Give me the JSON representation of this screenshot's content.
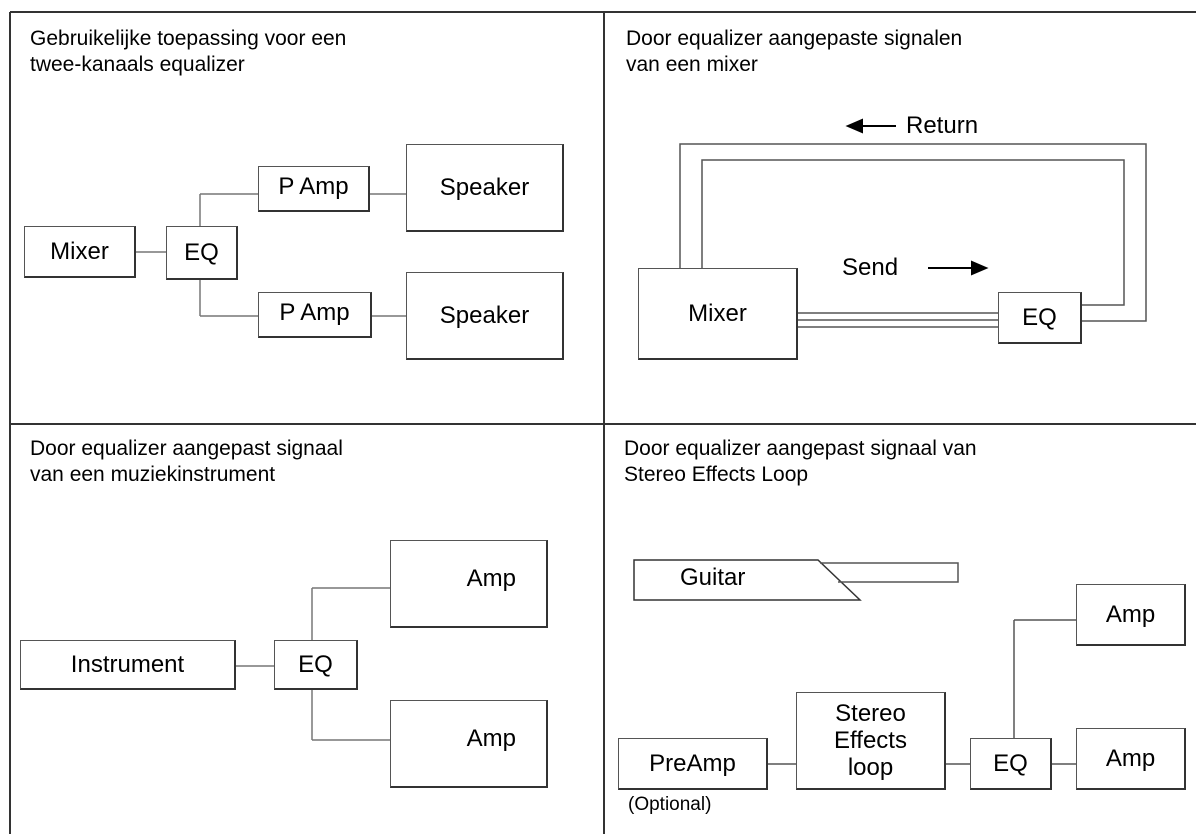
{
  "panels": {
    "top_left": {
      "title": "Gebruikelijke toepassing voor een\ntwee-kanaals equalizer",
      "mixer": "Mixer",
      "eq": "EQ",
      "pamp_top": "P Amp",
      "pamp_bottom": "P Amp",
      "speaker_top": "Speaker",
      "speaker_bottom": "Speaker"
    },
    "top_right": {
      "title": "Door equalizer aangepaste signalen\nvan een mixer",
      "return_label": "Return",
      "send_label": "Send",
      "mixer": "Mixer",
      "eq": "EQ"
    },
    "bottom_left": {
      "title": "Door equalizer aangepast signaal\nvan een muziekinstrument",
      "instrument": "Instrument",
      "eq": "EQ",
      "amp_top": "Amp",
      "amp_bottom": "Amp"
    },
    "bottom_right": {
      "title": "Door equalizer aangepast signaal van\nStereo Effects Loop",
      "guitar": "Guitar",
      "preamp": "PreAmp",
      "optional": "(Optional)",
      "effects_loop": "Stereo\nEffects\nloop",
      "eq": "EQ",
      "amp_top": "Amp",
      "amp_bottom": "Amp"
    }
  }
}
